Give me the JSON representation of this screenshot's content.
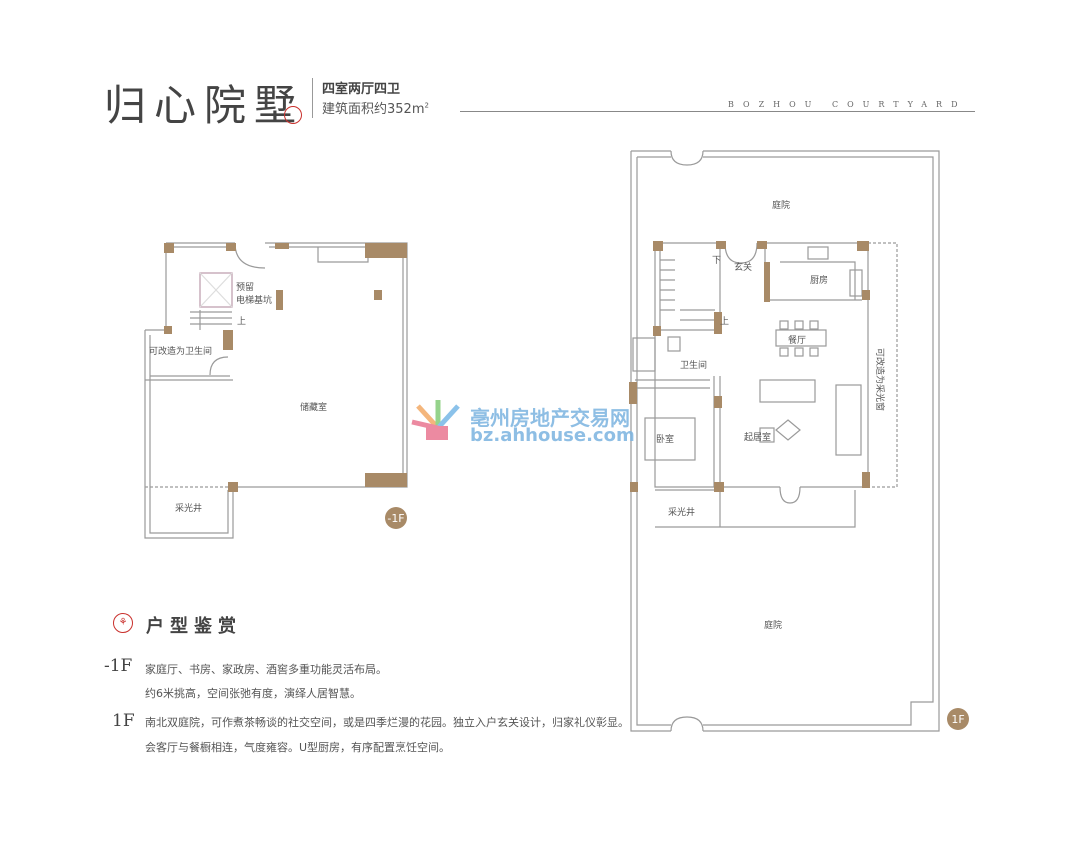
{
  "header": {
    "title": "归心院墅",
    "layout": "四室两厅四卫",
    "area_prefix": "建筑面积约352m",
    "area_sup": "2",
    "english": "BOZHOU COURTYARD"
  },
  "basement": {
    "badge": "-1F",
    "rooms": [
      "预留",
      "电梯基坑",
      "上",
      "可改造为卫生间",
      "储藏室",
      "采光井"
    ]
  },
  "ground": {
    "badge": "1F",
    "rooms": [
      "庭院",
      "玄关",
      "下",
      "厨房",
      "上",
      "餐厅",
      "卫生间",
      "可改造为采光窗",
      "卧室",
      "起居室",
      "采光井",
      "庭院"
    ]
  },
  "section": {
    "title": "户型鉴赏",
    "items": [
      {
        "floor": "-1F",
        "lines": [
          "家庭厅、书房、家政房、酒窖多重功能灵活布局。",
          "约6米挑高，空间张弛有度，演绎人居智慧。"
        ]
      },
      {
        "floor": "1F",
        "lines": [
          "南北双庭院，可作煮茶畅谈的社交空间，或是四季烂漫的花园。独立入户玄关设计，归家礼仪彰显。",
          "会客厅与餐橱相连，气度雍容。U型厨房，有序配置烹饪空间。"
        ]
      }
    ]
  },
  "watermark": {
    "name": "亳州房地产交易网",
    "url": "bz.ahhouse.com"
  },
  "colors": {
    "wall": "#a88a67",
    "line": "#9a9a9a",
    "seal": "#c9302c"
  }
}
